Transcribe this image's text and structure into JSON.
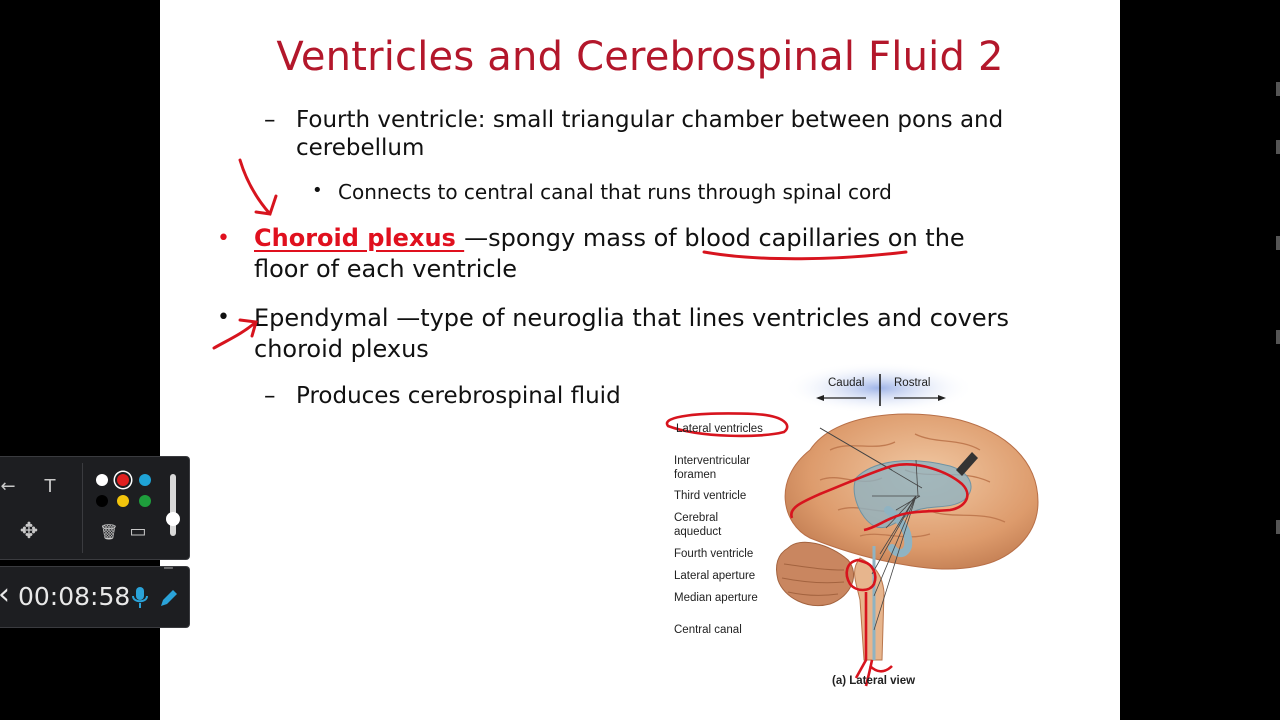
{
  "slide": {
    "title": "Ventricles and Cerebrospinal Fluid 2",
    "line1": "Fourth ventricle: small triangular chamber between pons and cerebellum",
    "line1_a": "Fourth ventricle: small triangular chamber between pons and",
    "line1_b": "cerebellum",
    "line2": "Connects to central canal that runs through spinal cord",
    "choroid_term": "Choroid plexus ",
    "choroid_rest_a": "—spongy mass of blood capillaries on the",
    "choroid_rest_b": "floor of each ventricle",
    "ependymal_a": "Ependymal —type of neuroglia that lines ventricles and covers",
    "ependymal_b": "choroid plexus",
    "line5": "Produces cerebrospinal fluid",
    "dash_glyph": "–",
    "bullet_glyph": "•"
  },
  "figure": {
    "caudal": "Caudal",
    "rostral": "Rostral",
    "labels": [
      "Lateral ventricles",
      "Interventricular foramen",
      "Third ventricle",
      "Cerebral aqueduct",
      "Fourth ventricle",
      "Lateral aperture",
      "Median aperture",
      "Central canal"
    ],
    "label_interventricular_a": "Interventricular",
    "label_interventricular_b": "foramen",
    "label_cerebral_a": "Cerebral",
    "label_cerebral_b": "aqueduct",
    "caption": "(a) Lateral view"
  },
  "toolbar": {
    "back_icon": "←",
    "text_tool": "T",
    "move_icon": "✥",
    "trash_icon": "🗑",
    "screen_icon": "▭",
    "colors": [
      "#ffffff",
      "#e02020",
      "#1fa3d6",
      "#000000",
      "#f2c40c",
      "#1e9e3c"
    ],
    "selected_color": "#e02020"
  },
  "recorder": {
    "time": "00:08:58",
    "chevron": "‹",
    "minimize": "–"
  }
}
